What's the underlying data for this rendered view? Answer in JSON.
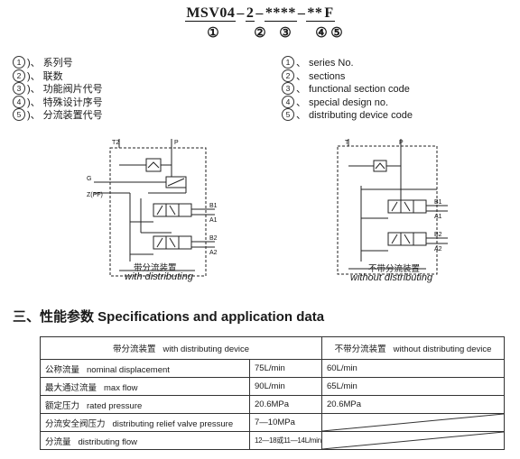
{
  "model_code": {
    "prefix": "MSV04",
    "dash1": "–",
    "sections": "2",
    "dash2": "–",
    "functional": "****",
    "dash3": "–",
    "special": "**",
    "distributing": "F",
    "positions": [
      "①",
      "②",
      "③",
      "④",
      "⑤"
    ]
  },
  "legend_cn": [
    {
      "num": "1",
      "sep": ")、",
      "text": "系列号"
    },
    {
      "num": "2",
      "sep": ")、",
      "text": "联数"
    },
    {
      "num": "3",
      "sep": ")、",
      "text": "功能阀片代号"
    },
    {
      "num": "4",
      "sep": ")、",
      "text": "特殊设计序号"
    },
    {
      "num": "5",
      "sep": ")、",
      "text": "分流装置代号"
    }
  ],
  "legend_en": [
    {
      "num": "1",
      "sep": "、",
      "text": "series No."
    },
    {
      "num": "2",
      "sep": "、",
      "text": "sections"
    },
    {
      "num": "3",
      "sep": "、",
      "text": "functional section code"
    },
    {
      "num": "4",
      "sep": "、",
      "text": "special design no."
    },
    {
      "num": "5",
      "sep": "、",
      "text": "distributing device code"
    }
  ],
  "diagram_left": {
    "port_t2": "T2",
    "port_p": "P",
    "port_g": "G",
    "port_z": "Z(PF)",
    "b1": "B1",
    "a1": "A1",
    "b2": "B2",
    "a2": "A2",
    "caption_cn": "带分流装置",
    "caption_en": "with distributing"
  },
  "diagram_right": {
    "port_t": "T",
    "port_p": "P",
    "b1": "B1",
    "a1": "A1",
    "b2": "B2",
    "a2": "A2",
    "caption_cn": "不带分流装置",
    "caption_en": "without distributing"
  },
  "section_title": "三、性能参数  Specifications and application data",
  "table": {
    "header_with_cn": "带分流装置",
    "header_with_en": "with distributing device",
    "header_without_cn": "不带分流装置",
    "header_without_en": "without distributing device",
    "rows": [
      {
        "label_cn": "公称流量",
        "label_en": "nominal displacement",
        "with": "75L/min",
        "without": "60L/min"
      },
      {
        "label_cn": "最大通过流量",
        "label_en": "max flow",
        "with": "90L/min",
        "without": "65L/min"
      },
      {
        "label_cn": "额定压力",
        "label_en": "rated pressure",
        "with": "20.6MPa",
        "without": "20.6MPa"
      },
      {
        "label_cn": "分流安全阀压力",
        "label_en": "distributing relief valve pressure",
        "with": "7—10MPa",
        "without": ""
      },
      {
        "label_cn": "分流量",
        "label_en": "distributing flow",
        "with": "12—18或11—14L/min",
        "without": ""
      }
    ]
  }
}
